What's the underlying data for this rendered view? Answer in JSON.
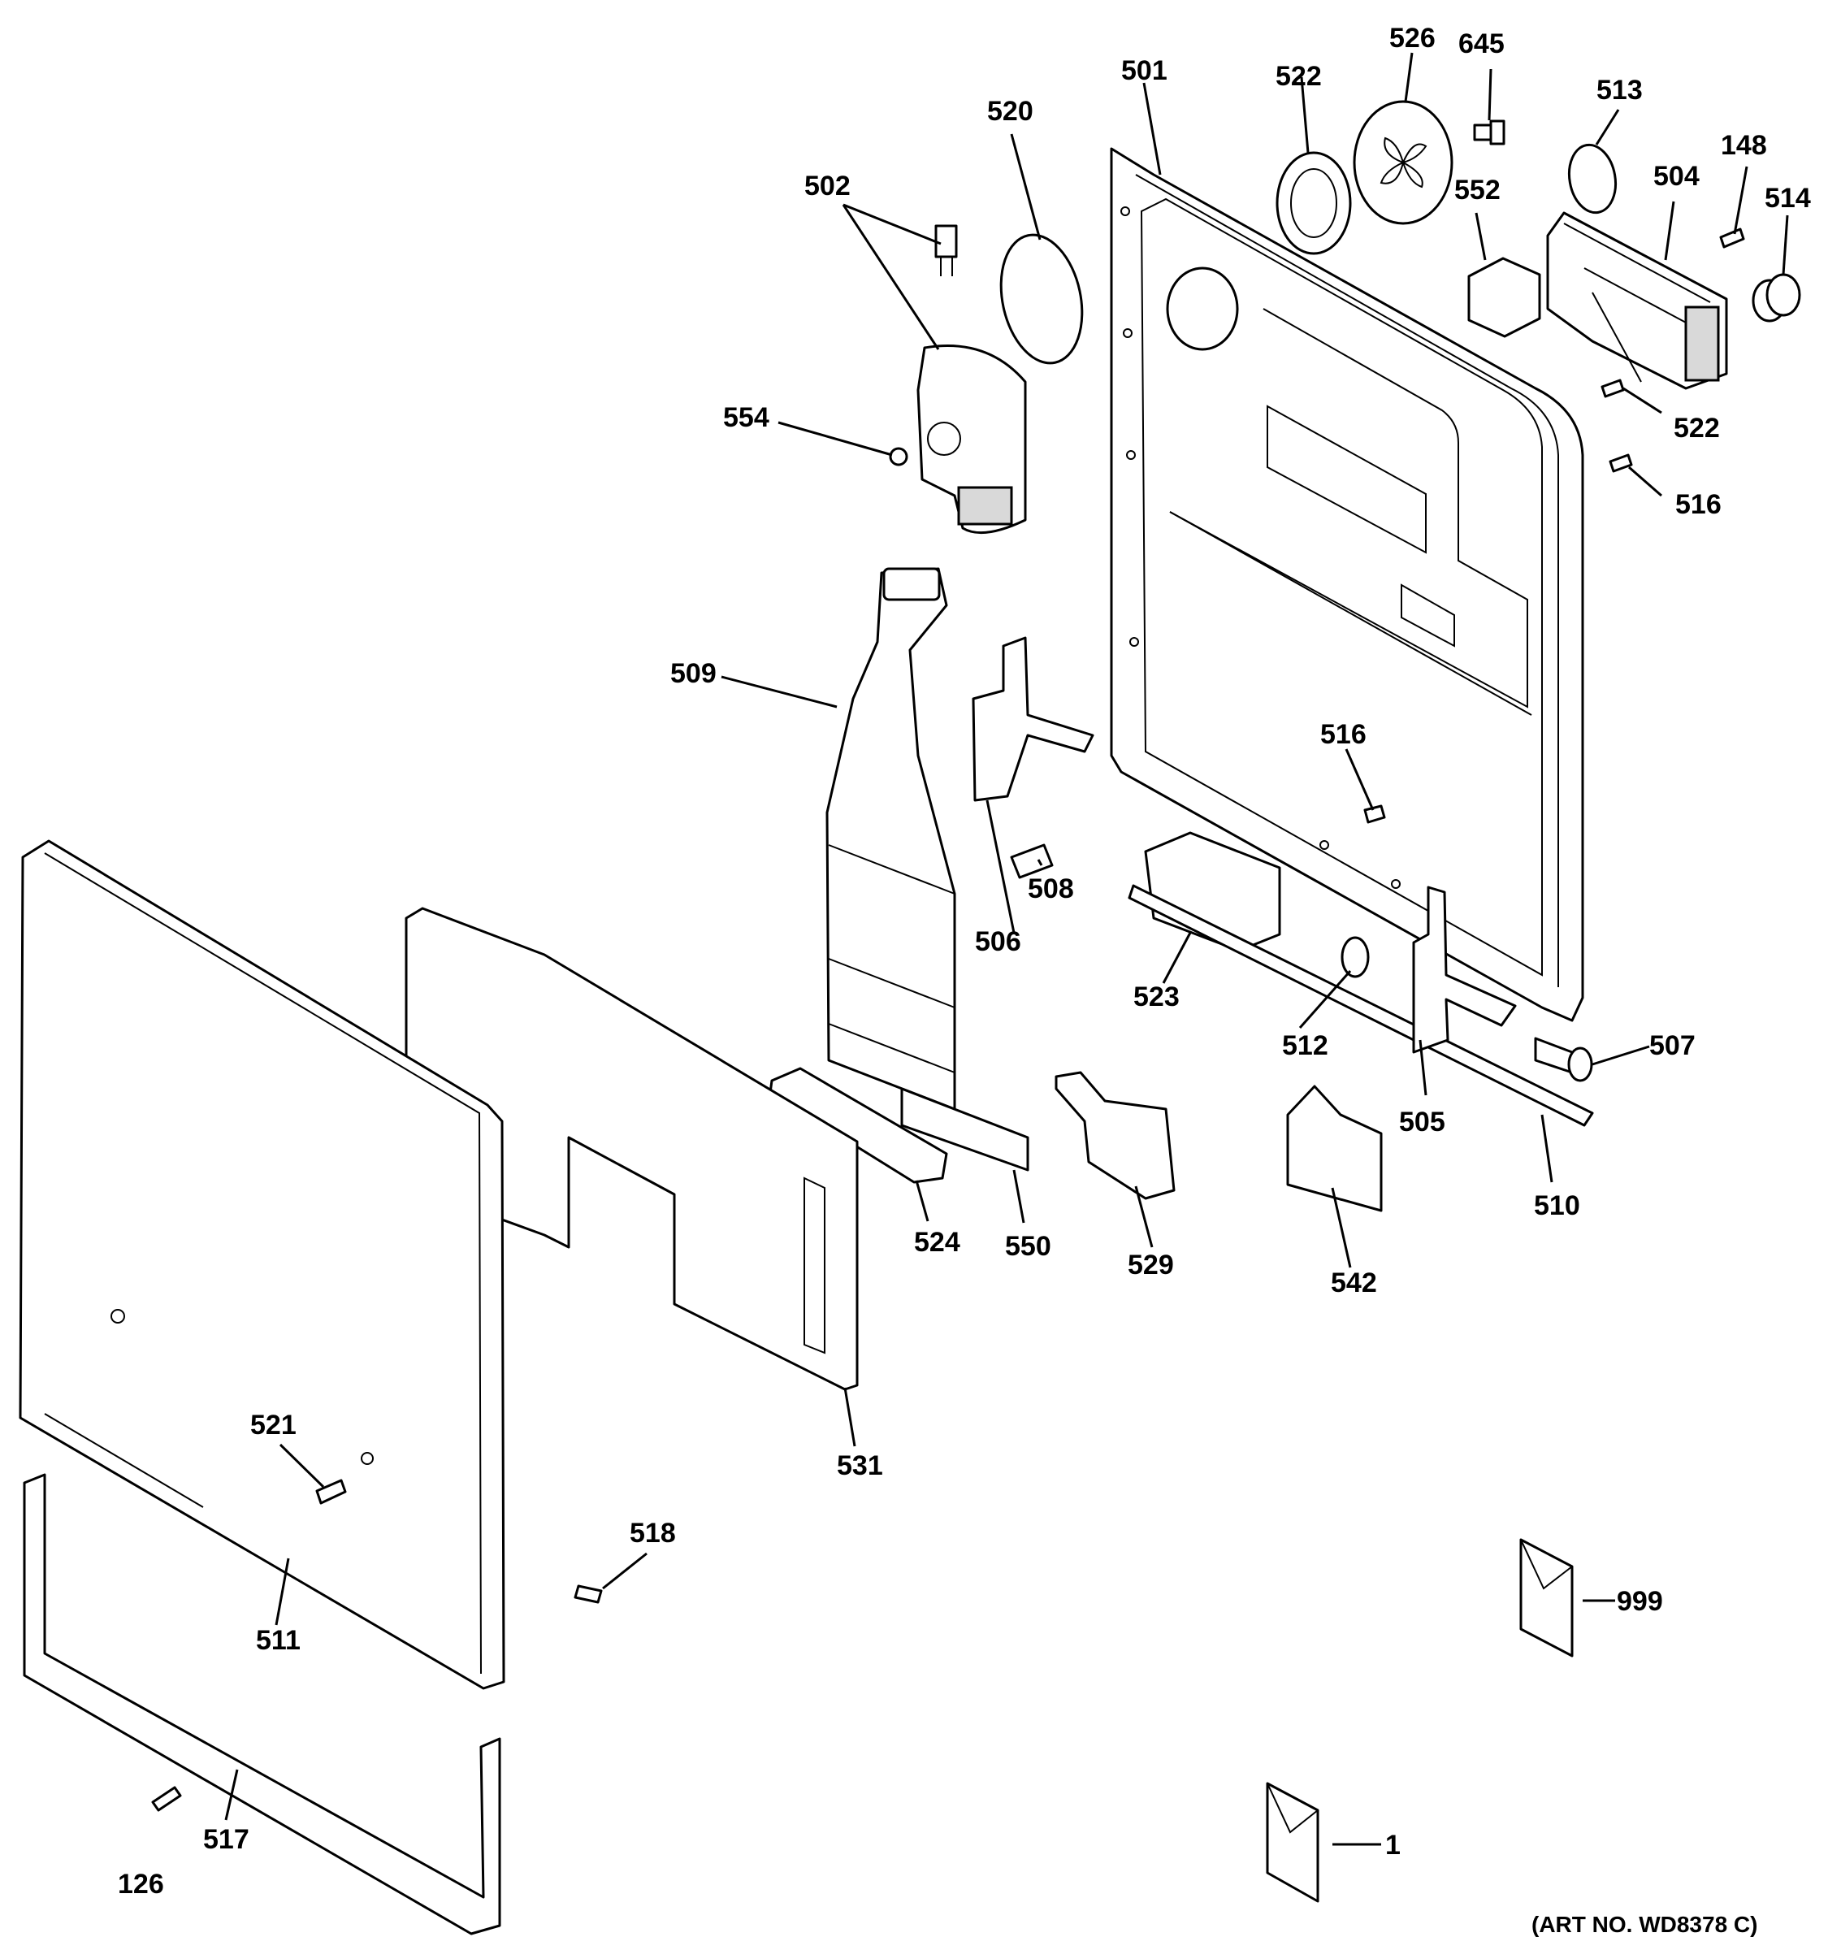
{
  "diagram": {
    "callouts": {
      "p501": "501",
      "p502": "502",
      "p504": "504",
      "p505": "505",
      "p506": "506",
      "p507": "507",
      "p508": "508",
      "p509": "509",
      "p510": "510",
      "p511": "511",
      "p512": "512",
      "p513": "513",
      "p514": "514",
      "p516a": "516",
      "p516b": "516",
      "p517": "517",
      "p518": "518",
      "p520": "520",
      "p521": "521",
      "p522a": "522",
      "p522b": "522",
      "p523": "523",
      "p524": "524",
      "p526": "526",
      "p529": "529",
      "p531": "531",
      "p542": "542",
      "p550": "550",
      "p552": "552",
      "p554": "554",
      "p645": "645",
      "p148": "148",
      "p126": "126",
      "p999": "999",
      "p1": "1"
    },
    "art_number": "(ART NO. WD8378 C)"
  }
}
